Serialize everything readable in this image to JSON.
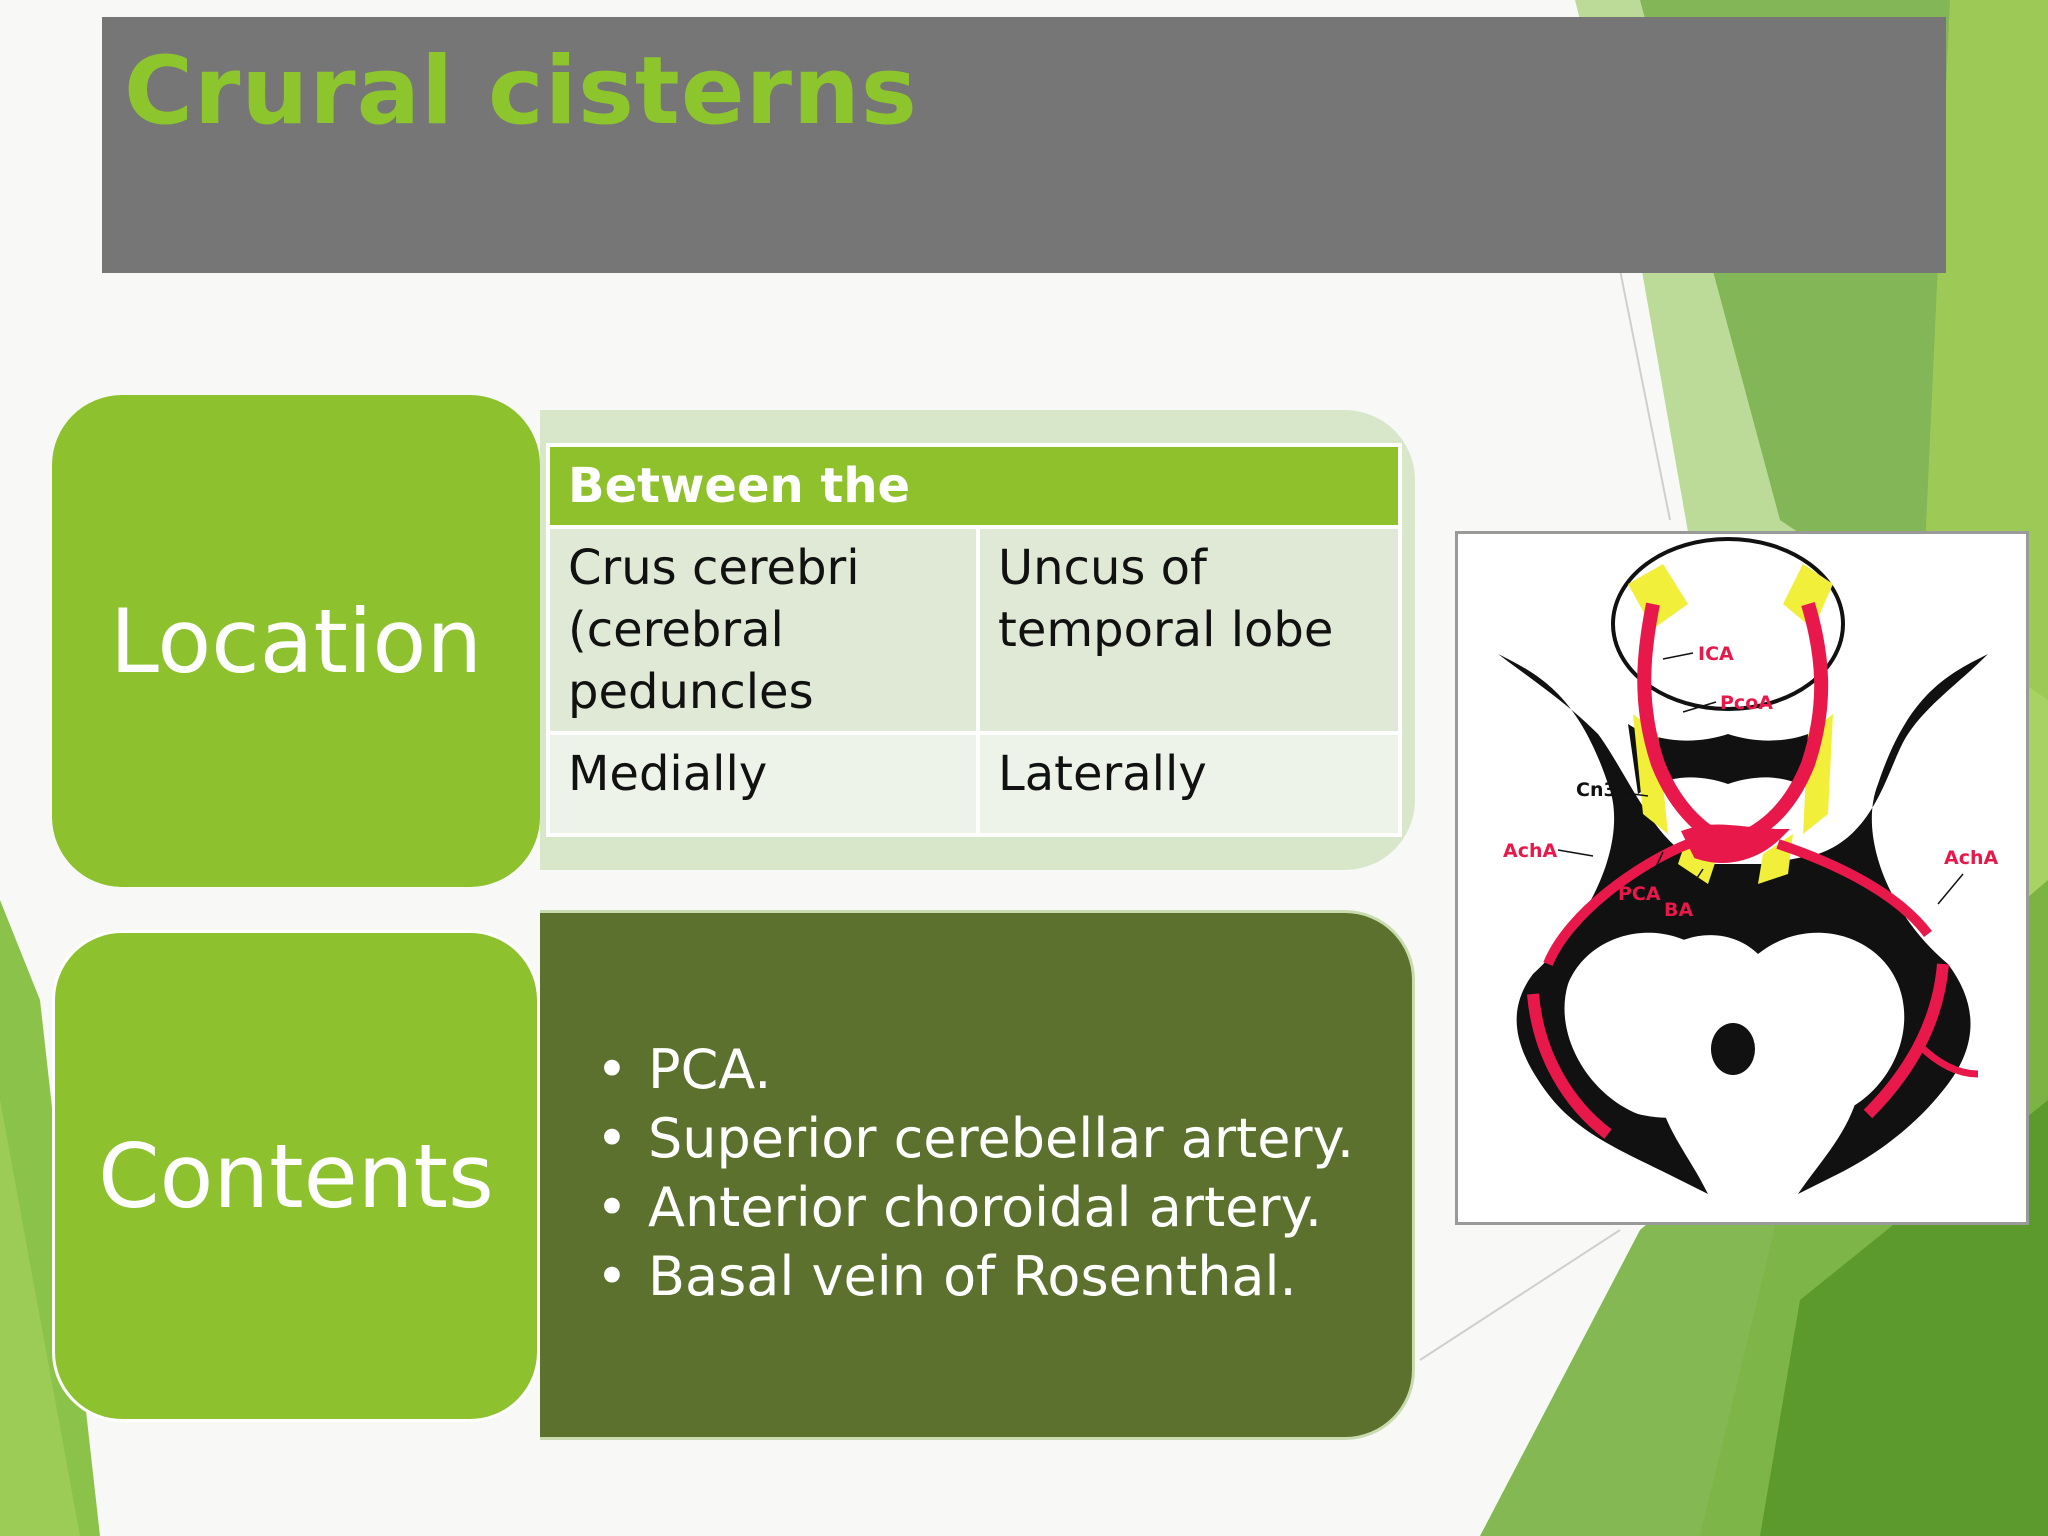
{
  "slide": {
    "title": "Crural cisterns"
  },
  "location": {
    "label": "Location",
    "table": {
      "header": "Between the",
      "rows": [
        [
          "Crus cerebri (cerebral peduncles",
          "Uncus of temporal lobe"
        ],
        [
          "Medially",
          "Laterally"
        ]
      ]
    }
  },
  "contents": {
    "label": "Contents",
    "items": [
      "PCA.",
      "Superior cerebellar artery.",
      "Anterior choroidal artery.",
      "Basal vein of Rosenthal."
    ]
  },
  "diagram": {
    "labels": {
      "ica": "ICA",
      "pcoa": "PcoA",
      "cn3": "Cn3",
      "acha_left": "AchA",
      "acha_right": "AchA",
      "pca": "PCA",
      "ba": "BA"
    }
  },
  "colors": {
    "accent_green": "#8dc22e",
    "dark_green": "#5b712d",
    "title_bar": "#777677",
    "artery_red": "#e8194a",
    "nerve_yellow": "#f2ef3a"
  }
}
